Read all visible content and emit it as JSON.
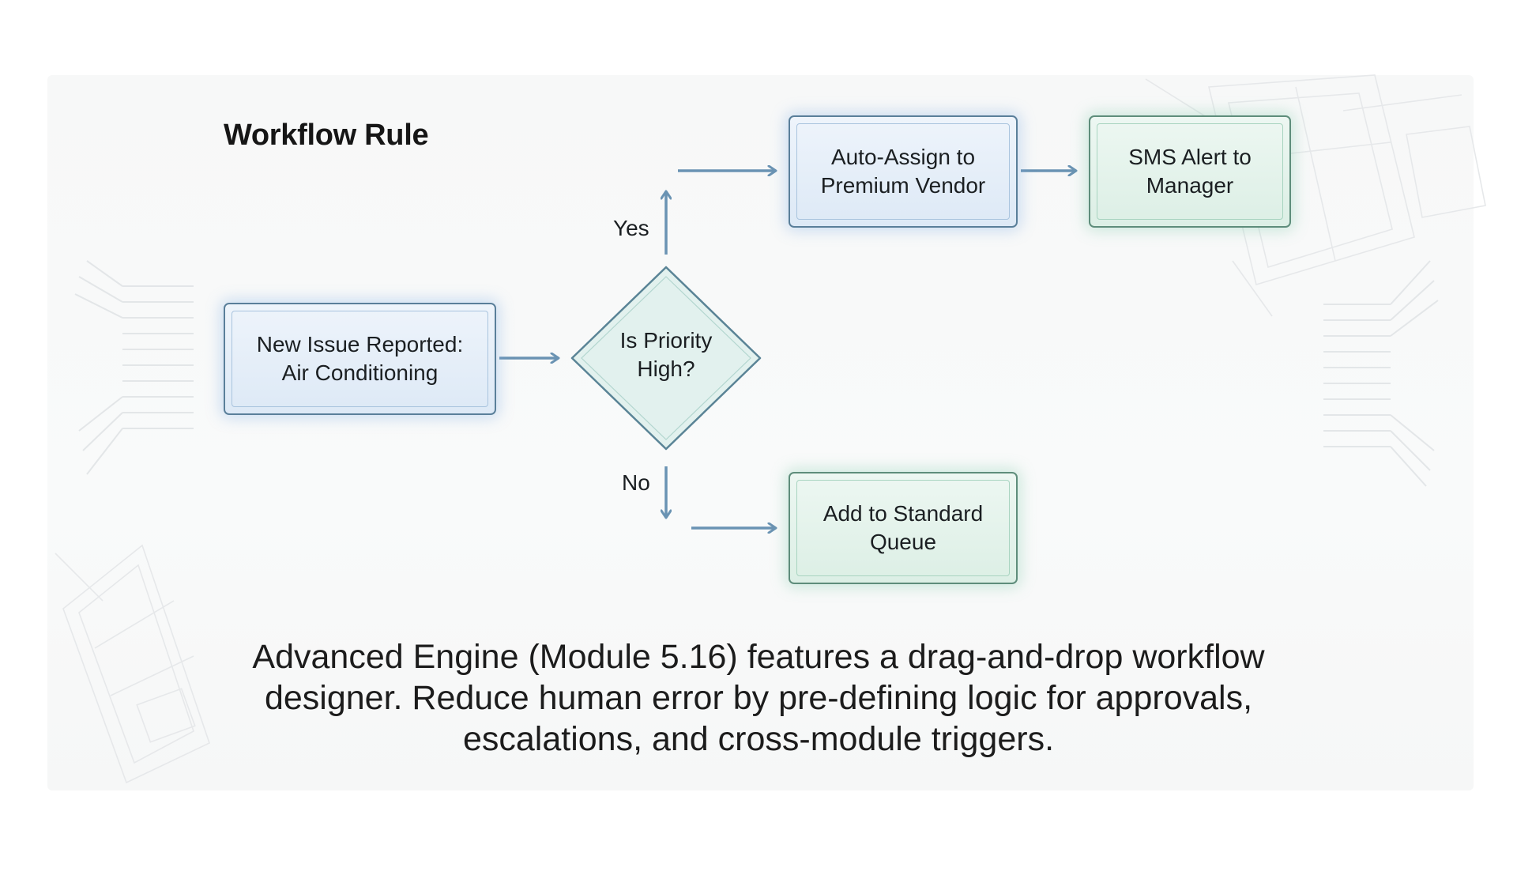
{
  "title": "Workflow Rule",
  "nodes": {
    "start": {
      "line1": "New Issue Reported:",
      "line2": "Air Conditioning",
      "color": "#dde9f6"
    },
    "decision": {
      "line1": "Is Priority",
      "line2": "High?",
      "color": "#e2f1ee"
    },
    "auto_assign": {
      "line1": "Auto-Assign to",
      "line2": "Premium Vendor",
      "color": "#dde9f6"
    },
    "sms_alert": {
      "line1": "SMS Alert to",
      "line2": "Manager",
      "color": "#dcefe5"
    },
    "standard_queue": {
      "line1": "Add to Standard",
      "line2": "Queue",
      "color": "#dcefe5"
    }
  },
  "edges": {
    "yes_label": "Yes",
    "no_label": "No"
  },
  "caption": {
    "line1": "Advanced Engine (Module 5.16) features a drag-and-drop workflow",
    "line2": "designer. Reduce human error by pre-defining logic for approvals,",
    "line3": "escalations, and cross-module triggers."
  },
  "colors": {
    "arrow": "#6a93b3",
    "blue_border": "#5a7f9a",
    "green_border": "#5e8d7b"
  }
}
